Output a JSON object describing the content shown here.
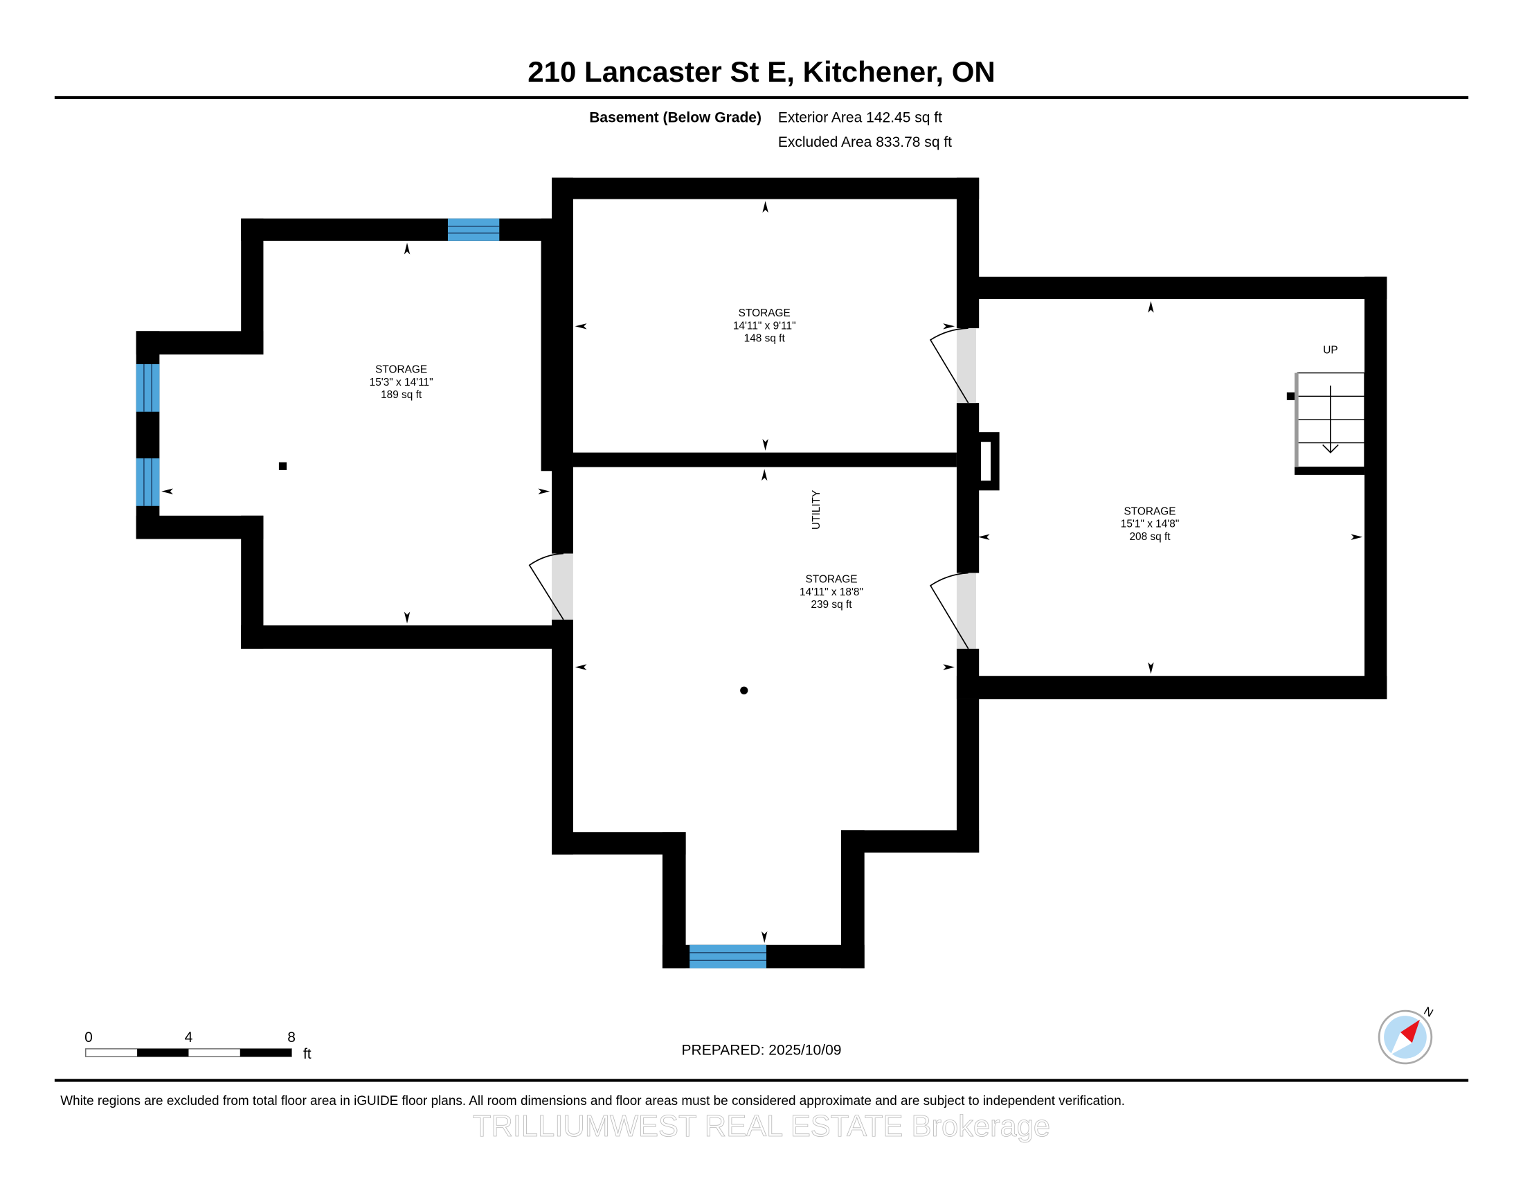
{
  "header": {
    "title": "210 Lancaster St E, Kitchener, ON",
    "floor_name": "Basement (Below Grade)",
    "exterior_area": "Exterior Area 142.45 sq ft",
    "excluded_area": "Excluded Area 833.78 sq ft"
  },
  "rooms": [
    {
      "name": "STORAGE",
      "dims": "15'3\" x 14'11\"",
      "area": "189 sq ft"
    },
    {
      "name": "STORAGE",
      "dims": "14'11\" x 9'11\"",
      "area": "148 sq ft"
    },
    {
      "name": "STORAGE",
      "dims": "14'11\" x 18'8\"",
      "area": "239 sq ft"
    },
    {
      "name": "STORAGE",
      "dims": "15'1\" x 14'8\"",
      "area": "208 sq ft"
    }
  ],
  "labels": {
    "utility": "UTILITY",
    "stairs": "UP"
  },
  "scale_bar": {
    "ticks": [
      "0",
      "4",
      "8"
    ],
    "unit": "ft"
  },
  "prepared": "PREPARED: 2025/10/09",
  "compass": {
    "north_label": "N",
    "needle_color": "#e8141b",
    "face_color": "#b8dcf5"
  },
  "colors": {
    "window": "#4fa6db",
    "wall": "#000000"
  },
  "footer": {
    "disclaimer": "White regions are excluded from total floor area in iGUIDE floor plans. All room dimensions and floor areas must be considered approximate and are subject to independent verification.",
    "watermark": "TRILLIUMWEST REAL ESTATE  Brokerage"
  }
}
